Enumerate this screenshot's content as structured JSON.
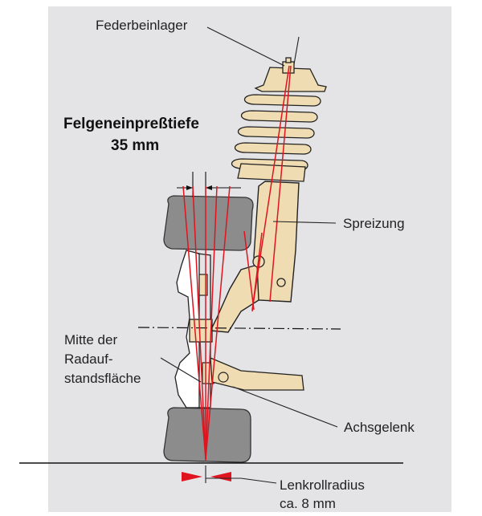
{
  "title_line1": "Felgeneinpreßtiefe",
  "title_line2": "35 mm",
  "labels": {
    "federbeinlager": "Federbeinlager",
    "spreizung": "Spreizung",
    "mitte_line1": "Mitte der",
    "mitte_line2": "Radauf-",
    "mitte_line3": "standsfläche",
    "achsgelenk": "Achsgelenk",
    "lenkroll_line1": "Lenkrollradius",
    "lenkroll_line2": "ca. 8 mm"
  },
  "colors": {
    "panel": "#e4e4e6",
    "tire": "#8c8c8c",
    "strut": "#efdcb2",
    "red": "#e0141e",
    "line": "#111111"
  }
}
